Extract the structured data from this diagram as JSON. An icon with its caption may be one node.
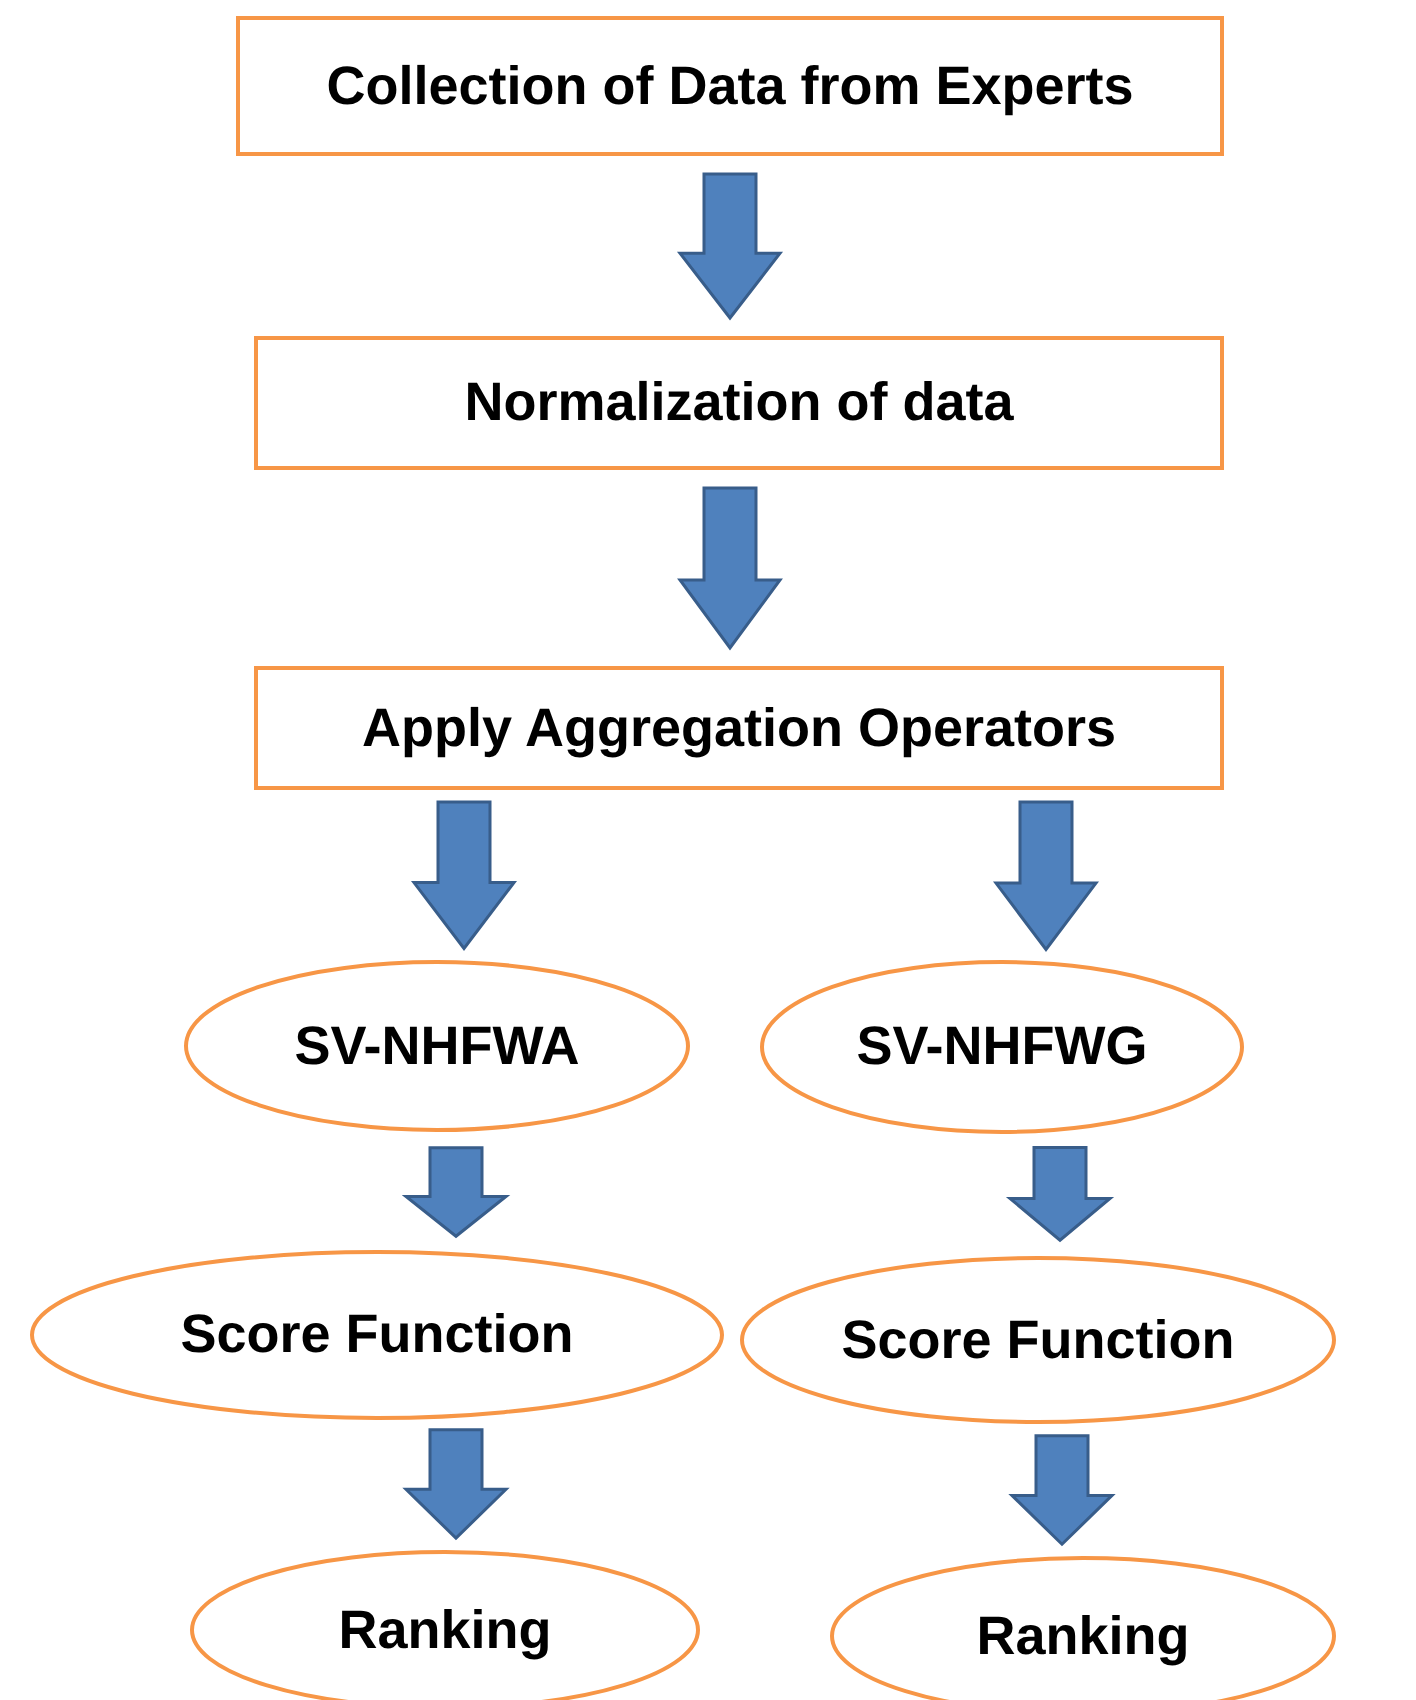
{
  "diagram": {
    "nodes": [
      {
        "text": [
          "Collection of Data from Experts"
        ]
      },
      {
        "text": [
          "Normalization of data"
        ]
      },
      {
        "text": [
          "Apply Aggregation Operators"
        ]
      },
      {
        "text": [
          "SV-NHFWA"
        ]
      },
      {
        "text": [
          "SV-NHFWG"
        ]
      },
      {
        "text": [
          "Score Function"
        ]
      },
      {
        "text": [
          "Score Function"
        ]
      },
      {
        "text": [
          "Ranking"
        ]
      },
      {
        "text": [
          "Ranking"
        ]
      }
    ],
    "edges": [
      {
        "from": 0,
        "to": 1,
        "arrow": "to"
      },
      {
        "from": 1,
        "to": 2,
        "arrow": "to"
      },
      {
        "from": 2,
        "to": 3,
        "arrow": "to"
      },
      {
        "from": 2,
        "to": 4,
        "arrow": "to"
      },
      {
        "from": 3,
        "to": 5,
        "arrow": "to"
      },
      {
        "from": 4,
        "to": 6,
        "arrow": "to"
      },
      {
        "from": 5,
        "to": 7,
        "arrow": "to"
      },
      {
        "from": 6,
        "to": 8,
        "arrow": "to"
      }
    ]
  }
}
